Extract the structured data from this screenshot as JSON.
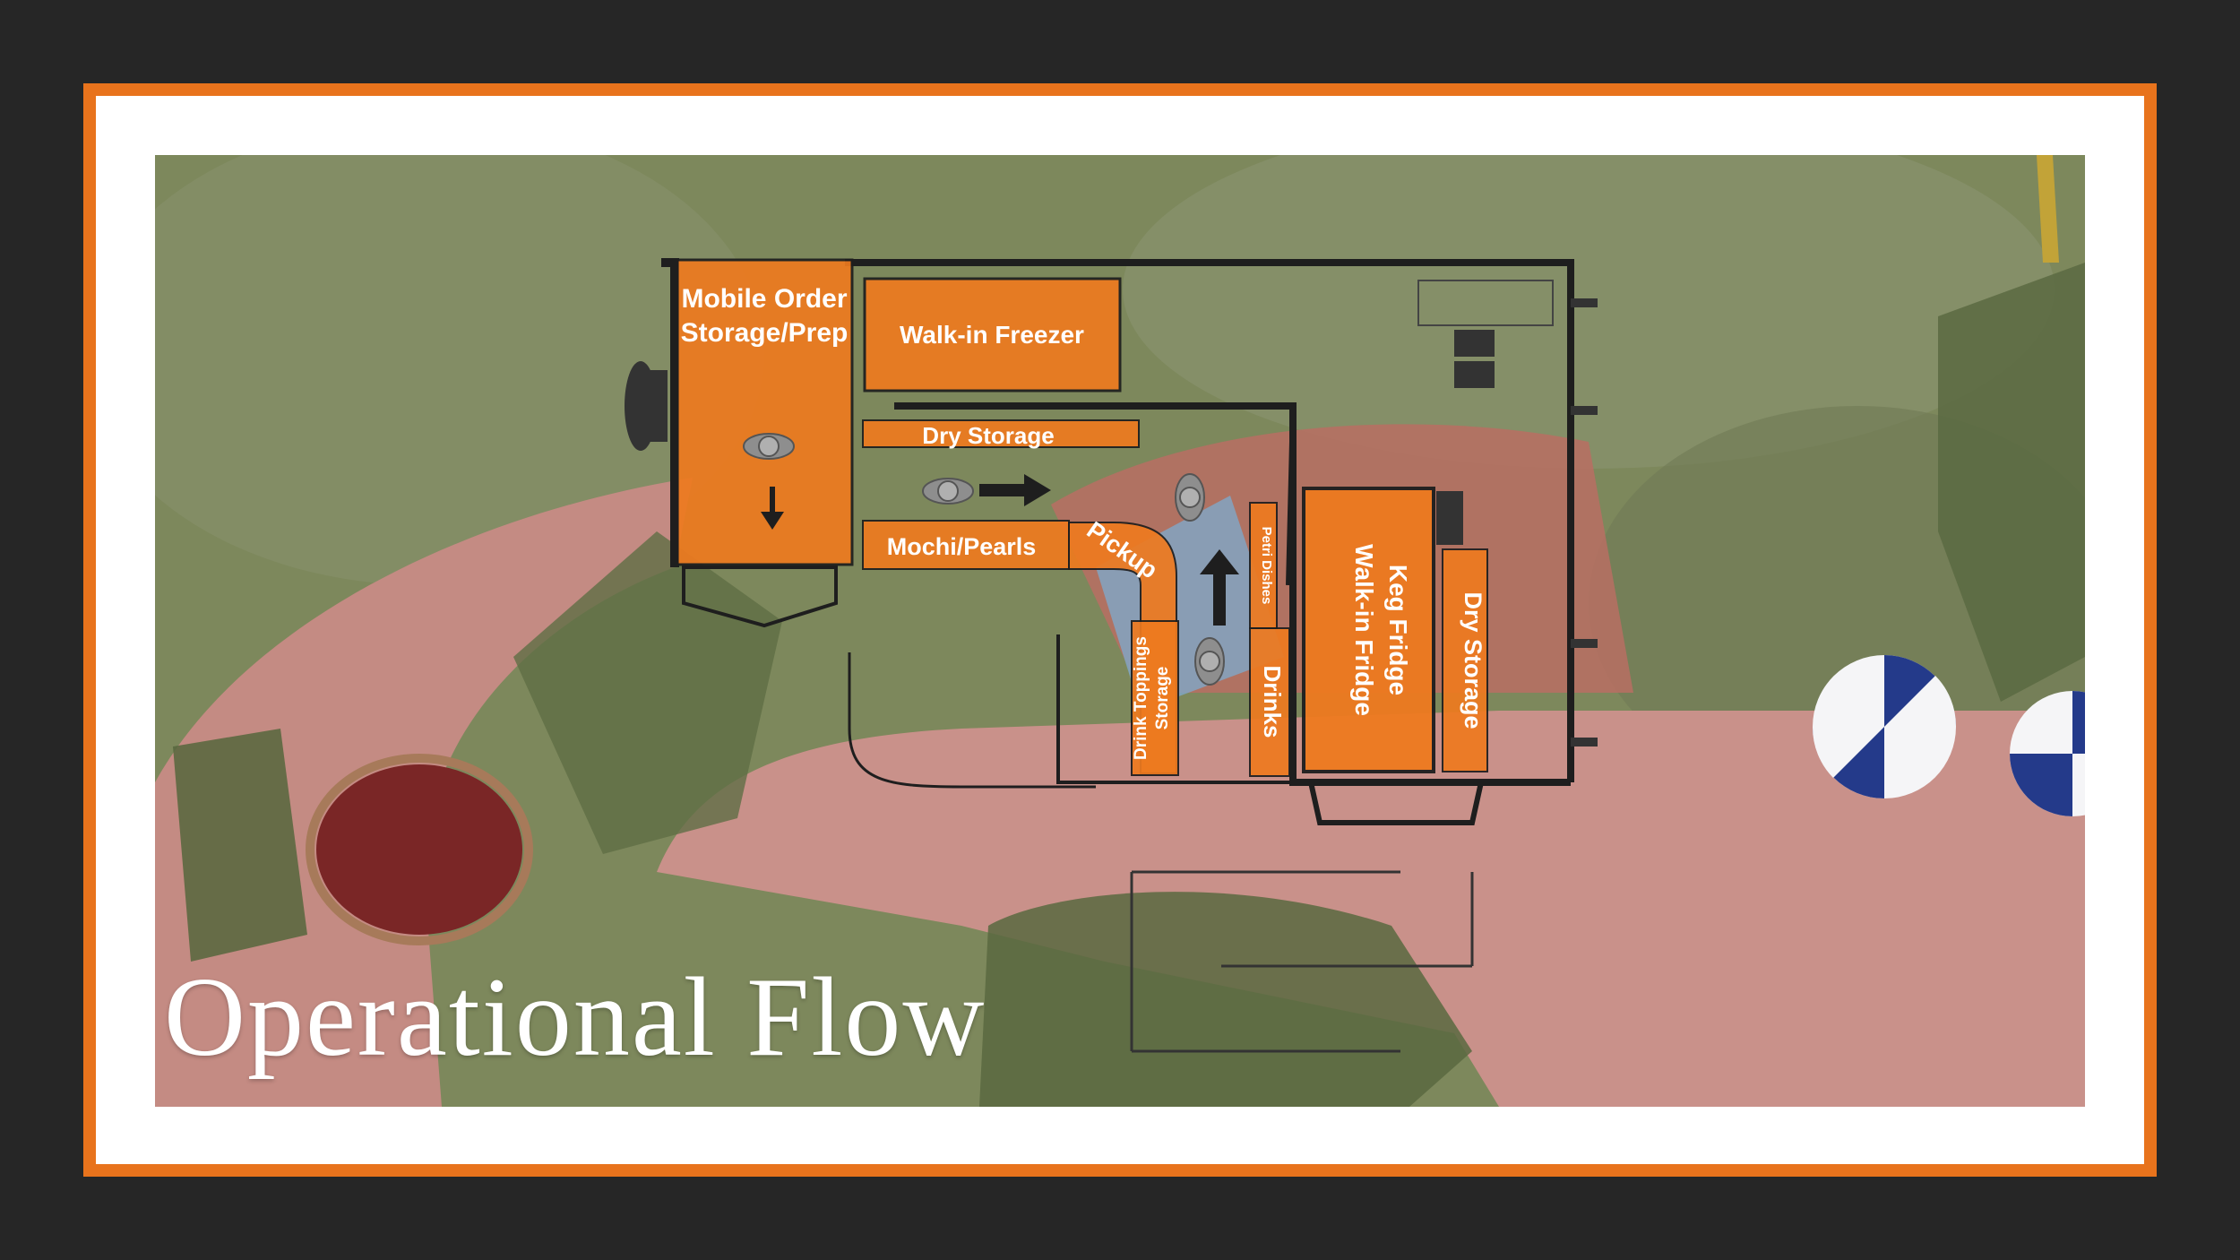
{
  "title": "Operational Flow",
  "zones": {
    "mobile_order": [
      "Mobile Order",
      "Storage/Prep"
    ],
    "walk_in_freezer": "Walk-in Freezer",
    "dry_storage_top": "Dry Storage",
    "mochi_pearls": "Mochi/Pearls",
    "pickup": "Pickup",
    "drink_toppings": [
      "Drink Toppings",
      "Storage"
    ],
    "petri_dishes": "Petri Dishes",
    "drinks": "Drinks",
    "walk_in_fridge": [
      "Walk-in Fridge",
      "Keg Fridge"
    ],
    "dry_storage_right": "Dry Storage"
  },
  "colors": {
    "border": "#e8731c",
    "zone_fill": "#ee7a1f",
    "outline": "#1e1e1e",
    "grass": "#7f8a5e",
    "patio": "#c98a84"
  },
  "icons": [
    "person-icon",
    "arrow-icon",
    "umbrella-icon"
  ]
}
